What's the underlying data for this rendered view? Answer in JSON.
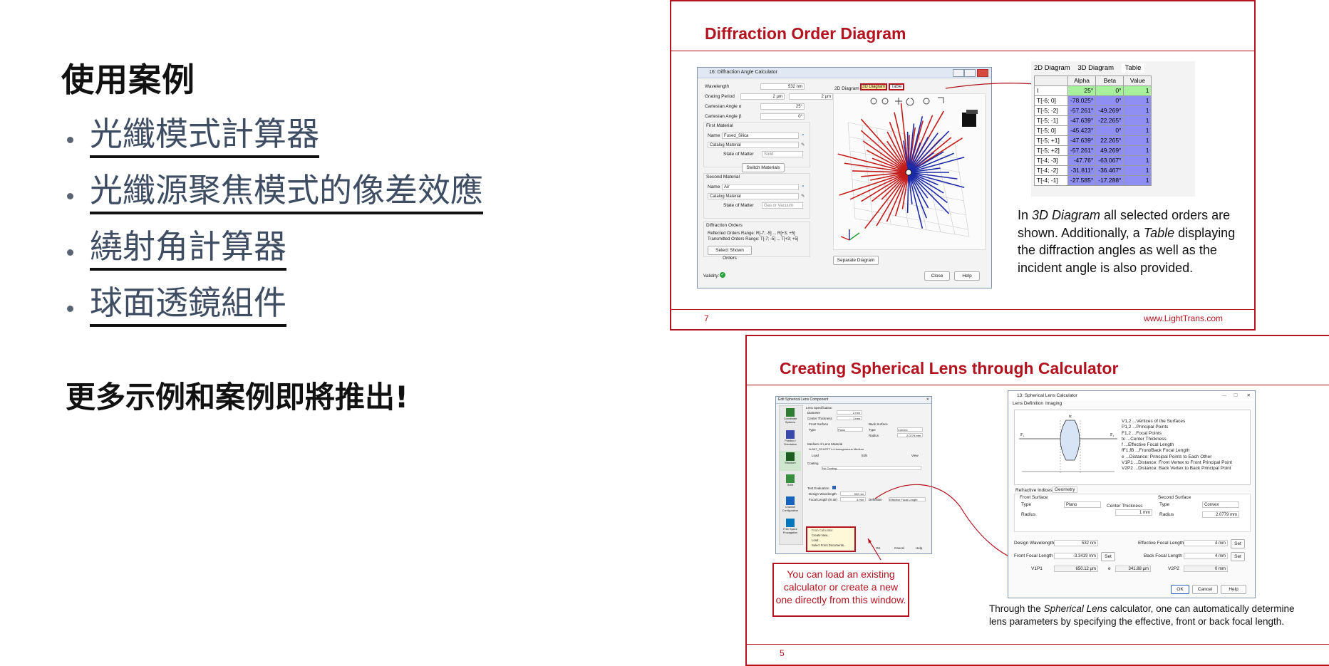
{
  "left": {
    "heading": "使用案例",
    "links": [
      "光纖模式計算器",
      "光纖源聚焦模式的像差效應",
      "繞射角計算器",
      "球面透鏡組件"
    ],
    "more": "更多示例和案例即將推出!"
  },
  "slide1": {
    "title": "Diffraction Order Diagram",
    "page": "7",
    "url": "www.LightTrans.com",
    "desc_pre": "In ",
    "desc_em1": "3D Diagram",
    "desc_mid": " all selected orders are shown. Additionally, a ",
    "desc_em2": "Table",
    "desc_post": " displaying the diffraction angles as well as the incident angle is also provided.",
    "window": {
      "title": "16: Diffraction Angle Calculator",
      "wavelength_label": "Wavelength",
      "wavelength_value": "532 nm",
      "grating_label": "Grating Period",
      "grating_value1": "2 µm",
      "grating_value2": "2 µm",
      "alpha_label": "Cartesian Angle α",
      "alpha_value": "25°",
      "beta_label": "Cartesian Angle β",
      "beta_value": "0°",
      "first_material": "First Material",
      "name_label": "Name",
      "first_name": "Fused_Silica",
      "catalog": "Catalog Material",
      "state_label": "State of Matter",
      "first_state": "Solid",
      "switch": "Switch Materials",
      "second_material": "Second Material",
      "second_name": "Air",
      "second_state": "Gas or Vacuum",
      "orders_label": "Diffraction Orders",
      "reflected": "Reflected Orders Range: R[-7; -5] ... R[+3; +5]",
      "transmitted": "Transmitted Orders Range: T[-7; -5] ... T[+3; +5]",
      "select_orders": "Select Shown Orders",
      "validity": "Validity:",
      "tab_2d": "2D Diagram",
      "tab_3d": "3D Diagram",
      "tab_table": "Table",
      "separate": "Separate Diagram",
      "close": "Close",
      "help": "Help"
    },
    "table": {
      "tabs": [
        "2D Diagram",
        "3D Diagram",
        "Table"
      ],
      "headers": [
        "",
        "Alpha",
        "Beta",
        "Value"
      ],
      "rows": [
        [
          "I",
          "25°",
          "0°",
          "1"
        ],
        [
          "T[-6; 0]",
          "-78.025°",
          "0°",
          "1"
        ],
        [
          "T[-5; -2]",
          "-57.261°",
          "-49.269°",
          "1"
        ],
        [
          "T[-5; -1]",
          "-47.639°",
          "-22.265°",
          "1"
        ],
        [
          "T[-5; 0]",
          "-45.423°",
          "0°",
          "1"
        ],
        [
          "T[-5; +1]",
          "-47.639°",
          "22.265°",
          "1"
        ],
        [
          "T[-5; +2]",
          "-57.261°",
          "49.269°",
          "1"
        ],
        [
          "T[-4; -3]",
          "-47.76°",
          "-63.067°",
          "1"
        ],
        [
          "T[-4; -2]",
          "-31.811°",
          "-36.467°",
          "1"
        ],
        [
          "T[-4; -1]",
          "-27.585°",
          "-17.288°",
          "1"
        ]
      ]
    }
  },
  "slide2": {
    "title": "Creating Spherical Lens through Calculator",
    "page": "5",
    "callout": "You can load an existing calculator or create a new one directly from this window.",
    "desc_pre": "Through the ",
    "desc_em": "Spherical Lens",
    "desc_post": " calculator, one can automatically determine lens parameters by specifying the effective, front or back focal length.",
    "edit_window": {
      "title": "Edit Spherical Lens Component",
      "side": [
        "Coordinate Systems",
        "Position / Orientation",
        "Structure",
        "Solid",
        "Channel Configuration",
        "Free Space Propagation"
      ],
      "lens_spec": "Lens Specification",
      "diameter": "Diameter",
      "diameter_v": "2 mm",
      "center": "Center Thickness",
      "center_v": "1 mm",
      "front_surface": "Front Surface",
      "back_surface": "Back Surface",
      "type_label": "Type",
      "front_type": "Plano",
      "back_type": "Convex",
      "radius": "Radius",
      "radius_v": "2.0779 mm",
      "medium": "Medium of Lens Material",
      "medium_v": "N-BK7_SCHOTT in Homogeneous Medium",
      "load": "Load",
      "edit": "Edit",
      "view": "View",
      "coating": "Coating",
      "coating_v": "No Coating",
      "test_eval": "Test Evaluation",
      "design_wl": "Design Wavelength",
      "design_wl_v": "532 nm",
      "focal": "Focal Length (in air)",
      "focal_v": "4 mm",
      "definition": "Definition",
      "definition_v": "Effective Focal Length",
      "menu": [
        "From Calculator",
        "Create New...",
        "Load...",
        "Select From Documents..."
      ],
      "ok": "OK",
      "cancel": "Cancel",
      "help": "Help"
    },
    "calc_window": {
      "title": "13: Spherical Lens Calculator",
      "tab1": "Lens Definition",
      "tab2": "Imaging",
      "legend": [
        "V1,2 ...Vertices of the Surfaces",
        "P1,2 ...Principal Points",
        "F1,2 ...Focal Points",
        "tc ...Center Thickness",
        "f ...Effective Focal Length",
        "fF1,fB ...Front/Back Focal Length",
        "e ...Distance: Principal Points to Each Other",
        "V1P1 ...Distance: Front Vertex to Front Principal Point",
        "V2P2 ...Distance: Back Vertex to Back Principal Point"
      ],
      "subtab1": "Refractive Indices",
      "subtab2": "Geometry",
      "front_surface": "Front Surface",
      "second_surface": "Second Surface",
      "type": "Type",
      "front_type": "Plano",
      "back_type": "Convex",
      "center_thickness": "Center Thickness",
      "center_v": "1 mm",
      "radius": "Radius",
      "radius_v": "2.0779 mm",
      "design_wl": "Design Wavelength",
      "design_wl_v": "532 nm",
      "efl": "Effective Focal Length",
      "efl_v": "4 mm",
      "ffl": "Front Focal Length",
      "ffl_v": "-3.3419 mm",
      "bfl": "Back Focal Length",
      "bfl_v": "4 mm",
      "vp1": "V1P1",
      "vp1_v": "650.12 µm",
      "e": "e",
      "e_v": "341.88 µm",
      "vp2": "V2P2",
      "vp2_v": "0 mm",
      "set": "Set",
      "ok": "OK",
      "cancel": "Cancel",
      "help": "Help"
    }
  }
}
